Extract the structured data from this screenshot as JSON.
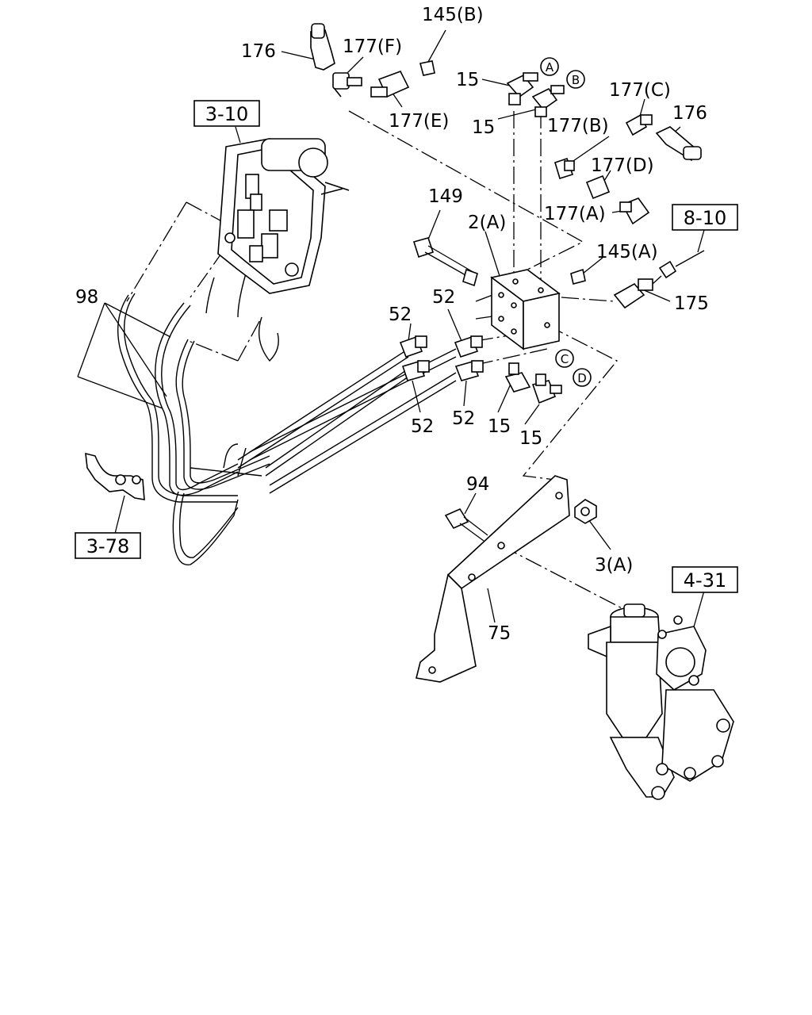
{
  "callouts": {
    "c145b": "145(B)",
    "c176a": "176",
    "c177f": "177(F)",
    "c177e": "177(E)",
    "c15a": "15",
    "c15b": "15",
    "c177c": "177(C)",
    "c176b": "176",
    "c177b": "177(B)",
    "c177d": "177(D)",
    "c149": "149",
    "c2a": "2(A)",
    "c177a": "177(A)",
    "c145a": "145(A)",
    "c175": "175",
    "c98": "98",
    "c52a": "52",
    "c52b": "52",
    "c52c": "52",
    "c52d": "52",
    "c15c": "15",
    "c15d": "15",
    "c94": "94",
    "c3a": "3(A)",
    "c75": "75"
  },
  "refs": {
    "r310": "3-10",
    "r810": "8-10",
    "r378": "3-78",
    "r431": "4-31"
  },
  "connectors": {
    "a": "A",
    "b": "B",
    "c": "C",
    "d": "D"
  }
}
